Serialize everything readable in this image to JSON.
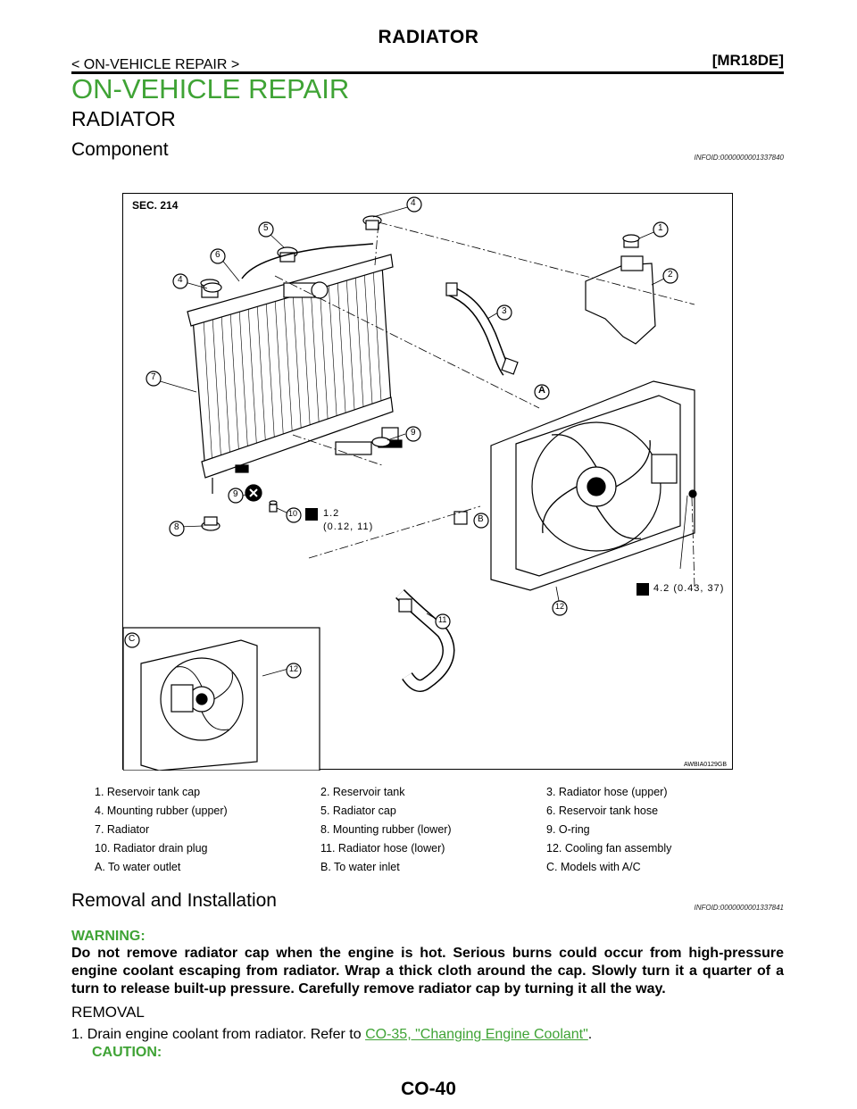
{
  "header": {
    "title": "RADIATOR",
    "breadcrumb": "< ON-VEHICLE REPAIR >",
    "engine": "[MR18DE]"
  },
  "section_title": "ON-VEHICLE REPAIR",
  "subsection_title": "RADIATOR",
  "component": {
    "heading": "Component",
    "infoid": "INFOID:0000000001337840"
  },
  "figure": {
    "sec_label": "SEC. 214",
    "figure_code": "AWBIA0129GB",
    "torque_1_value": "1.2",
    "torque_1_units": "(0.12, 11)",
    "torque_2": "4.2 (0.43, 37)",
    "callouts": {
      "n1": "1",
      "n2": "2",
      "n3": "3",
      "n4a": "4",
      "n4b": "4",
      "n5": "5",
      "n6": "6",
      "n7": "7",
      "n8": "8",
      "n9a": "9",
      "n9b": "9",
      "n10": "10",
      "n11": "11",
      "n12a": "12",
      "n12b": "12",
      "A": "A",
      "B": "B",
      "C": "C"
    }
  },
  "legend": [
    [
      "1.  Reservoir tank cap",
      "2.  Reservoir tank",
      "3.  Radiator hose (upper)"
    ],
    [
      "4.  Mounting rubber (upper)",
      "5.  Radiator cap",
      "6.  Reservoir tank hose"
    ],
    [
      "7.  Radiator",
      "8.  Mounting rubber (lower)",
      "9.  O-ring"
    ],
    [
      "10.  Radiator drain plug",
      "11.  Radiator hose (lower)",
      "12.  Cooling fan assembly"
    ],
    [
      "A.  To water outlet",
      "B.  To water inlet",
      "C.  Models with A/C"
    ]
  ],
  "removal_install": {
    "heading": "Removal and Installation",
    "infoid": "INFOID:0000000001337841",
    "warning_label": "WARNING:",
    "warning_text": "Do not remove radiator cap when the engine is hot. Serious burns could occur from high-pressure engine coolant escaping from radiator. Wrap a thick cloth around the cap. Slowly turn it a quarter of a turn to release built-up pressure. Carefully remove radiator cap by turning it all the way.",
    "removal_heading": "REMOVAL",
    "step1_text": "1.  Drain engine coolant from radiator. Refer to ",
    "step1_link": "CO-35, \"Changing Engine Coolant\"",
    "step1_end": ".",
    "caution_label": "CAUTION:"
  },
  "footer": {
    "page": "CO-40"
  },
  "colors": {
    "accent": "#3fa335"
  }
}
